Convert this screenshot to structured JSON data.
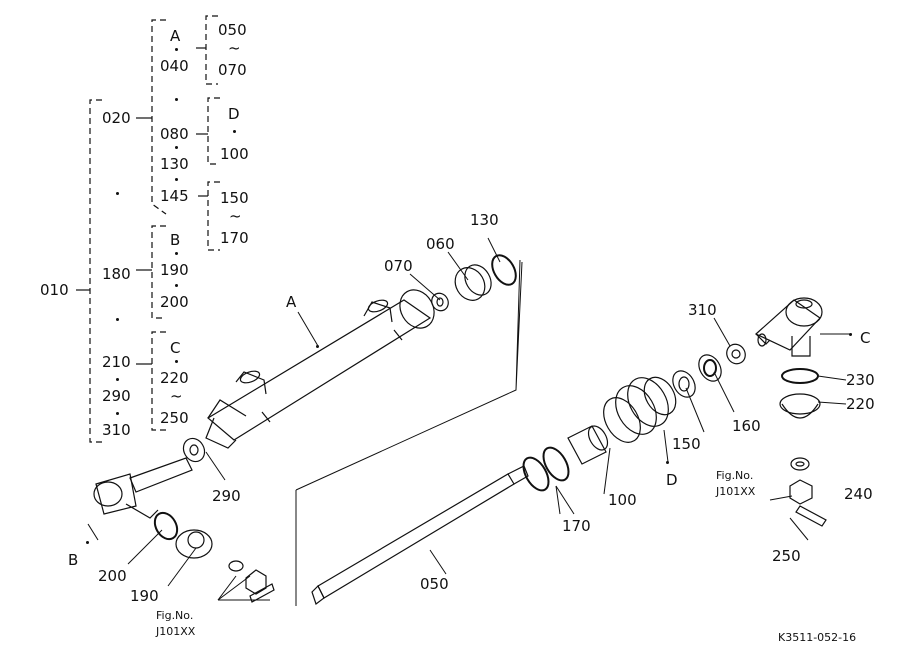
{
  "tree": {
    "root": "010",
    "l1": [
      "020",
      "180",
      "210",
      "290",
      "310"
    ],
    "groupA": {
      "head": "A",
      "items": [
        "040",
        "080",
        "130",
        "145"
      ]
    },
    "rangeA": {
      "from": "050",
      "tilde": "~",
      "to": "070"
    },
    "groupD": {
      "head": "D",
      "to": "100"
    },
    "range150": {
      "from": "150",
      "tilde": "~",
      "to": "170"
    },
    "groupB": {
      "head": "B",
      "items": [
        "190",
        "200"
      ]
    },
    "groupC": {
      "head": "C",
      "from": "220",
      "tilde": "~",
      "to": "250"
    }
  },
  "callouts": {
    "A": "A",
    "B": "B",
    "C": "C",
    "D": "D",
    "p060": "060",
    "p070": "070",
    "p130": "130",
    "p290": "290",
    "p200": "200",
    "p190": "190",
    "p050": "050",
    "p170": "170",
    "p100": "100",
    "p150": "150",
    "p160": "160",
    "p310": "310",
    "p230": "230",
    "p220": "220",
    "p240": "240",
    "p250": "250"
  },
  "figref_left": {
    "line1": "Fig.No.",
    "line2": "J101XX"
  },
  "figref_right": {
    "line1": "Fig.No.",
    "line2": "J101XX"
  },
  "footer_code": "K3511-052-16"
}
